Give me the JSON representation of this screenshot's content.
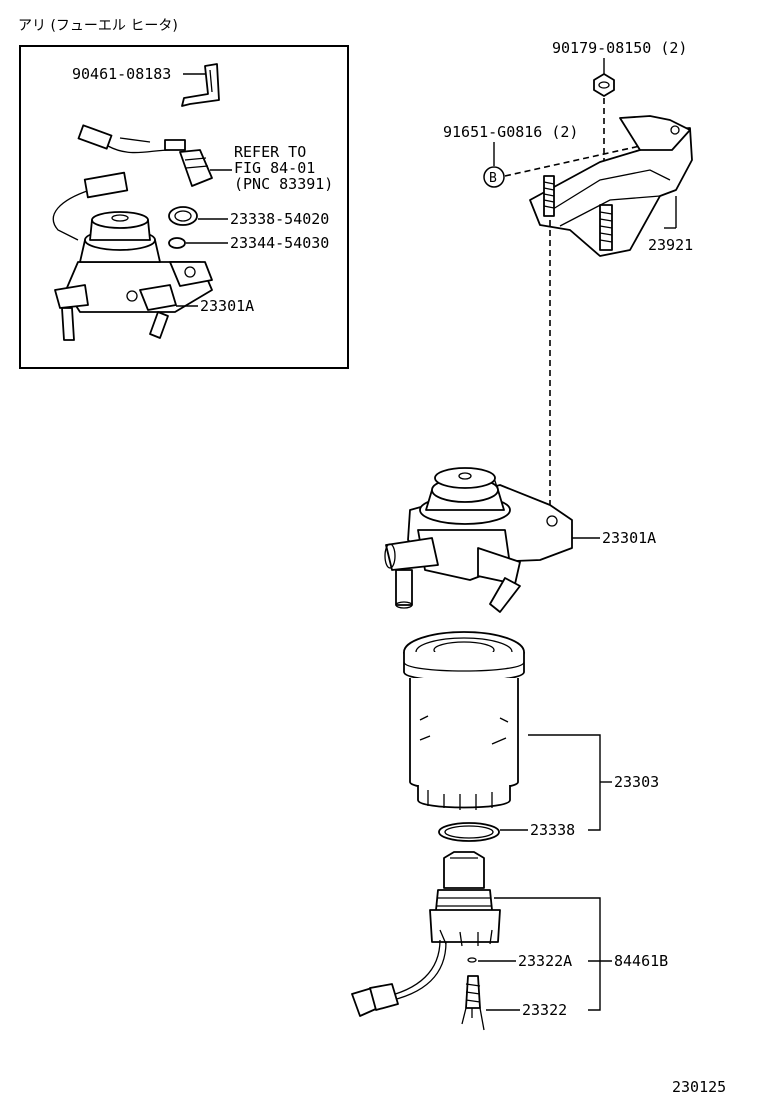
{
  "header": {
    "title": "アリ (フューエル ヒータ)"
  },
  "inset": {
    "labels": {
      "bracket": "90461-08183",
      "refer_line1": "REFER TO",
      "refer_line2": "FIG 84-01",
      "refer_line3": "(PNC 83391)",
      "gasket": "23338-54020",
      "oring": "23344-54030",
      "filter_head": "23301A"
    }
  },
  "main": {
    "labels": {
      "nut": "90179-08150 (2)",
      "stud": "91651-G0816 (2)",
      "stud_marker": "B",
      "bracket": "23921",
      "filter_head": "23301A",
      "filter_element": "23303",
      "gasket": "23338",
      "oring": "23322A",
      "set": "84461B",
      "switch": "23322"
    }
  },
  "footer": {
    "figure_number": "230125"
  }
}
